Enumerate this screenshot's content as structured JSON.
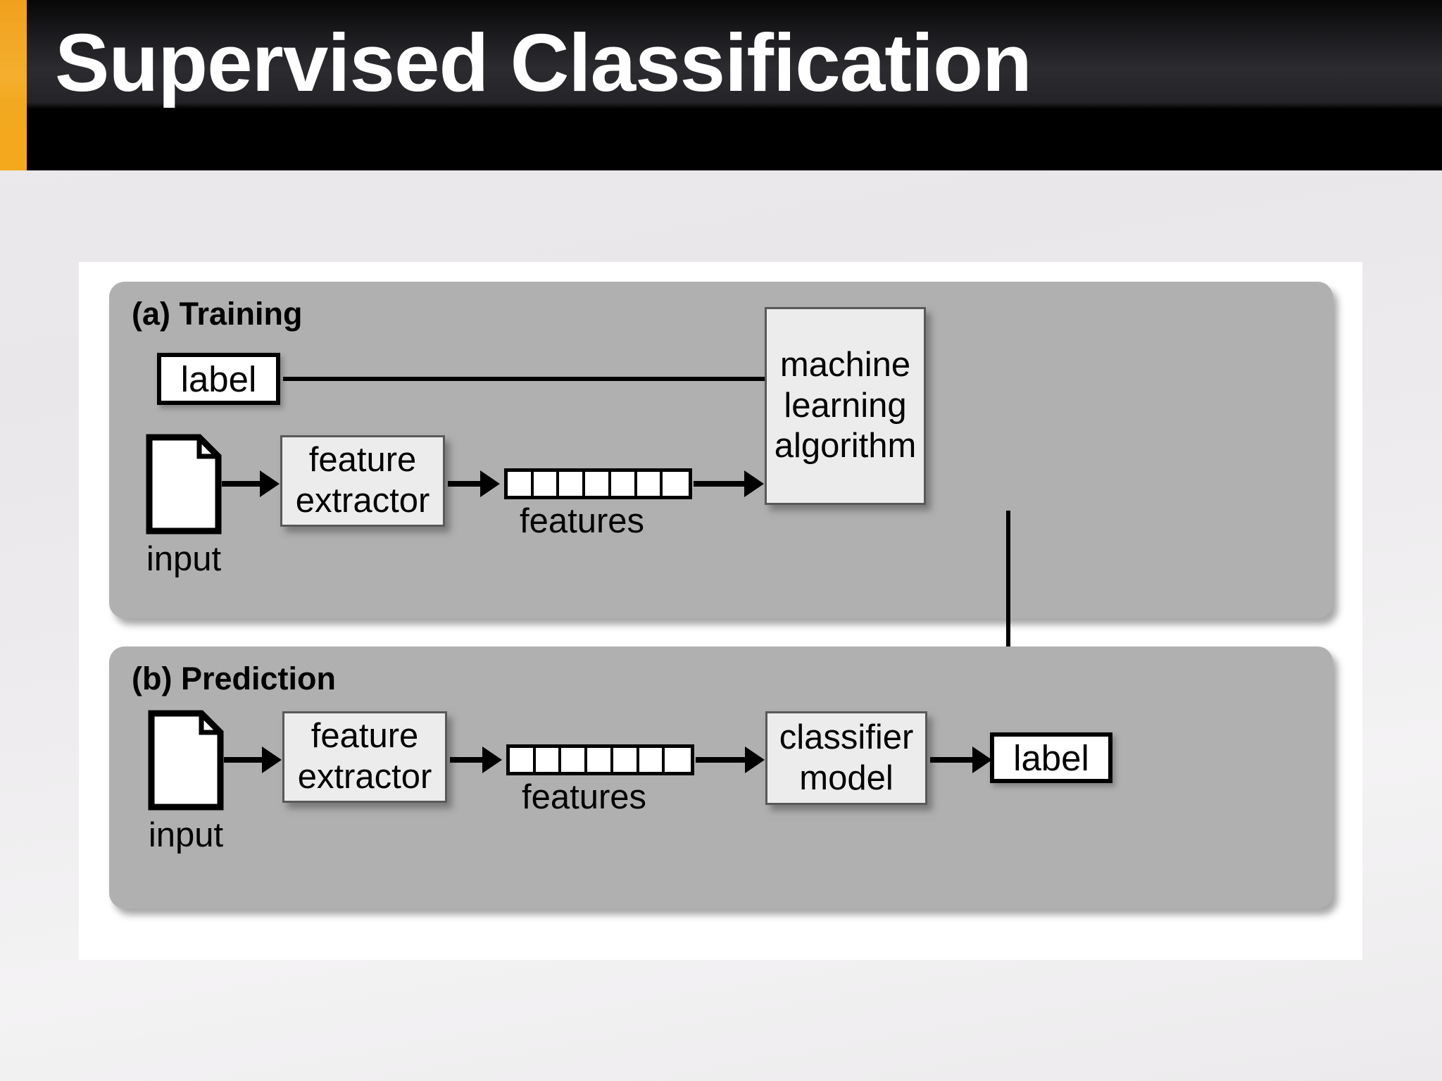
{
  "slide": {
    "title": "Supervised Classification",
    "accent_color": "#f2a81f",
    "header_bg": "#000000"
  },
  "figure": {
    "panels": [
      {
        "id": "training",
        "label": "(a) Training",
        "nodes": {
          "label_box": "label",
          "input_caption": "input",
          "input_icon": "document-icon",
          "feature_extractor": "feature\nextractor",
          "feature_extractor_line1": "feature",
          "feature_extractor_line2": "extractor",
          "features_caption": "features",
          "features_cell_count": 7,
          "algorithm_line1": "machine",
          "algorithm_line2": "learning",
          "algorithm_line3": "algorithm"
        }
      },
      {
        "id": "prediction",
        "label": "(b) Prediction",
        "nodes": {
          "input_caption": "input",
          "input_icon": "document-icon",
          "feature_extractor_line1": "feature",
          "feature_extractor_line2": "extractor",
          "features_caption": "features",
          "features_cell_count": 7,
          "classifier_line1": "classifier",
          "classifier_line2": "model",
          "label_box": "label"
        }
      }
    ],
    "colors": {
      "panel_fill": "#b0b0b0",
      "card_fill": "#ffffff",
      "box_fill": "#ececec",
      "box_border": "#595959",
      "label_border": "#000000"
    }
  }
}
